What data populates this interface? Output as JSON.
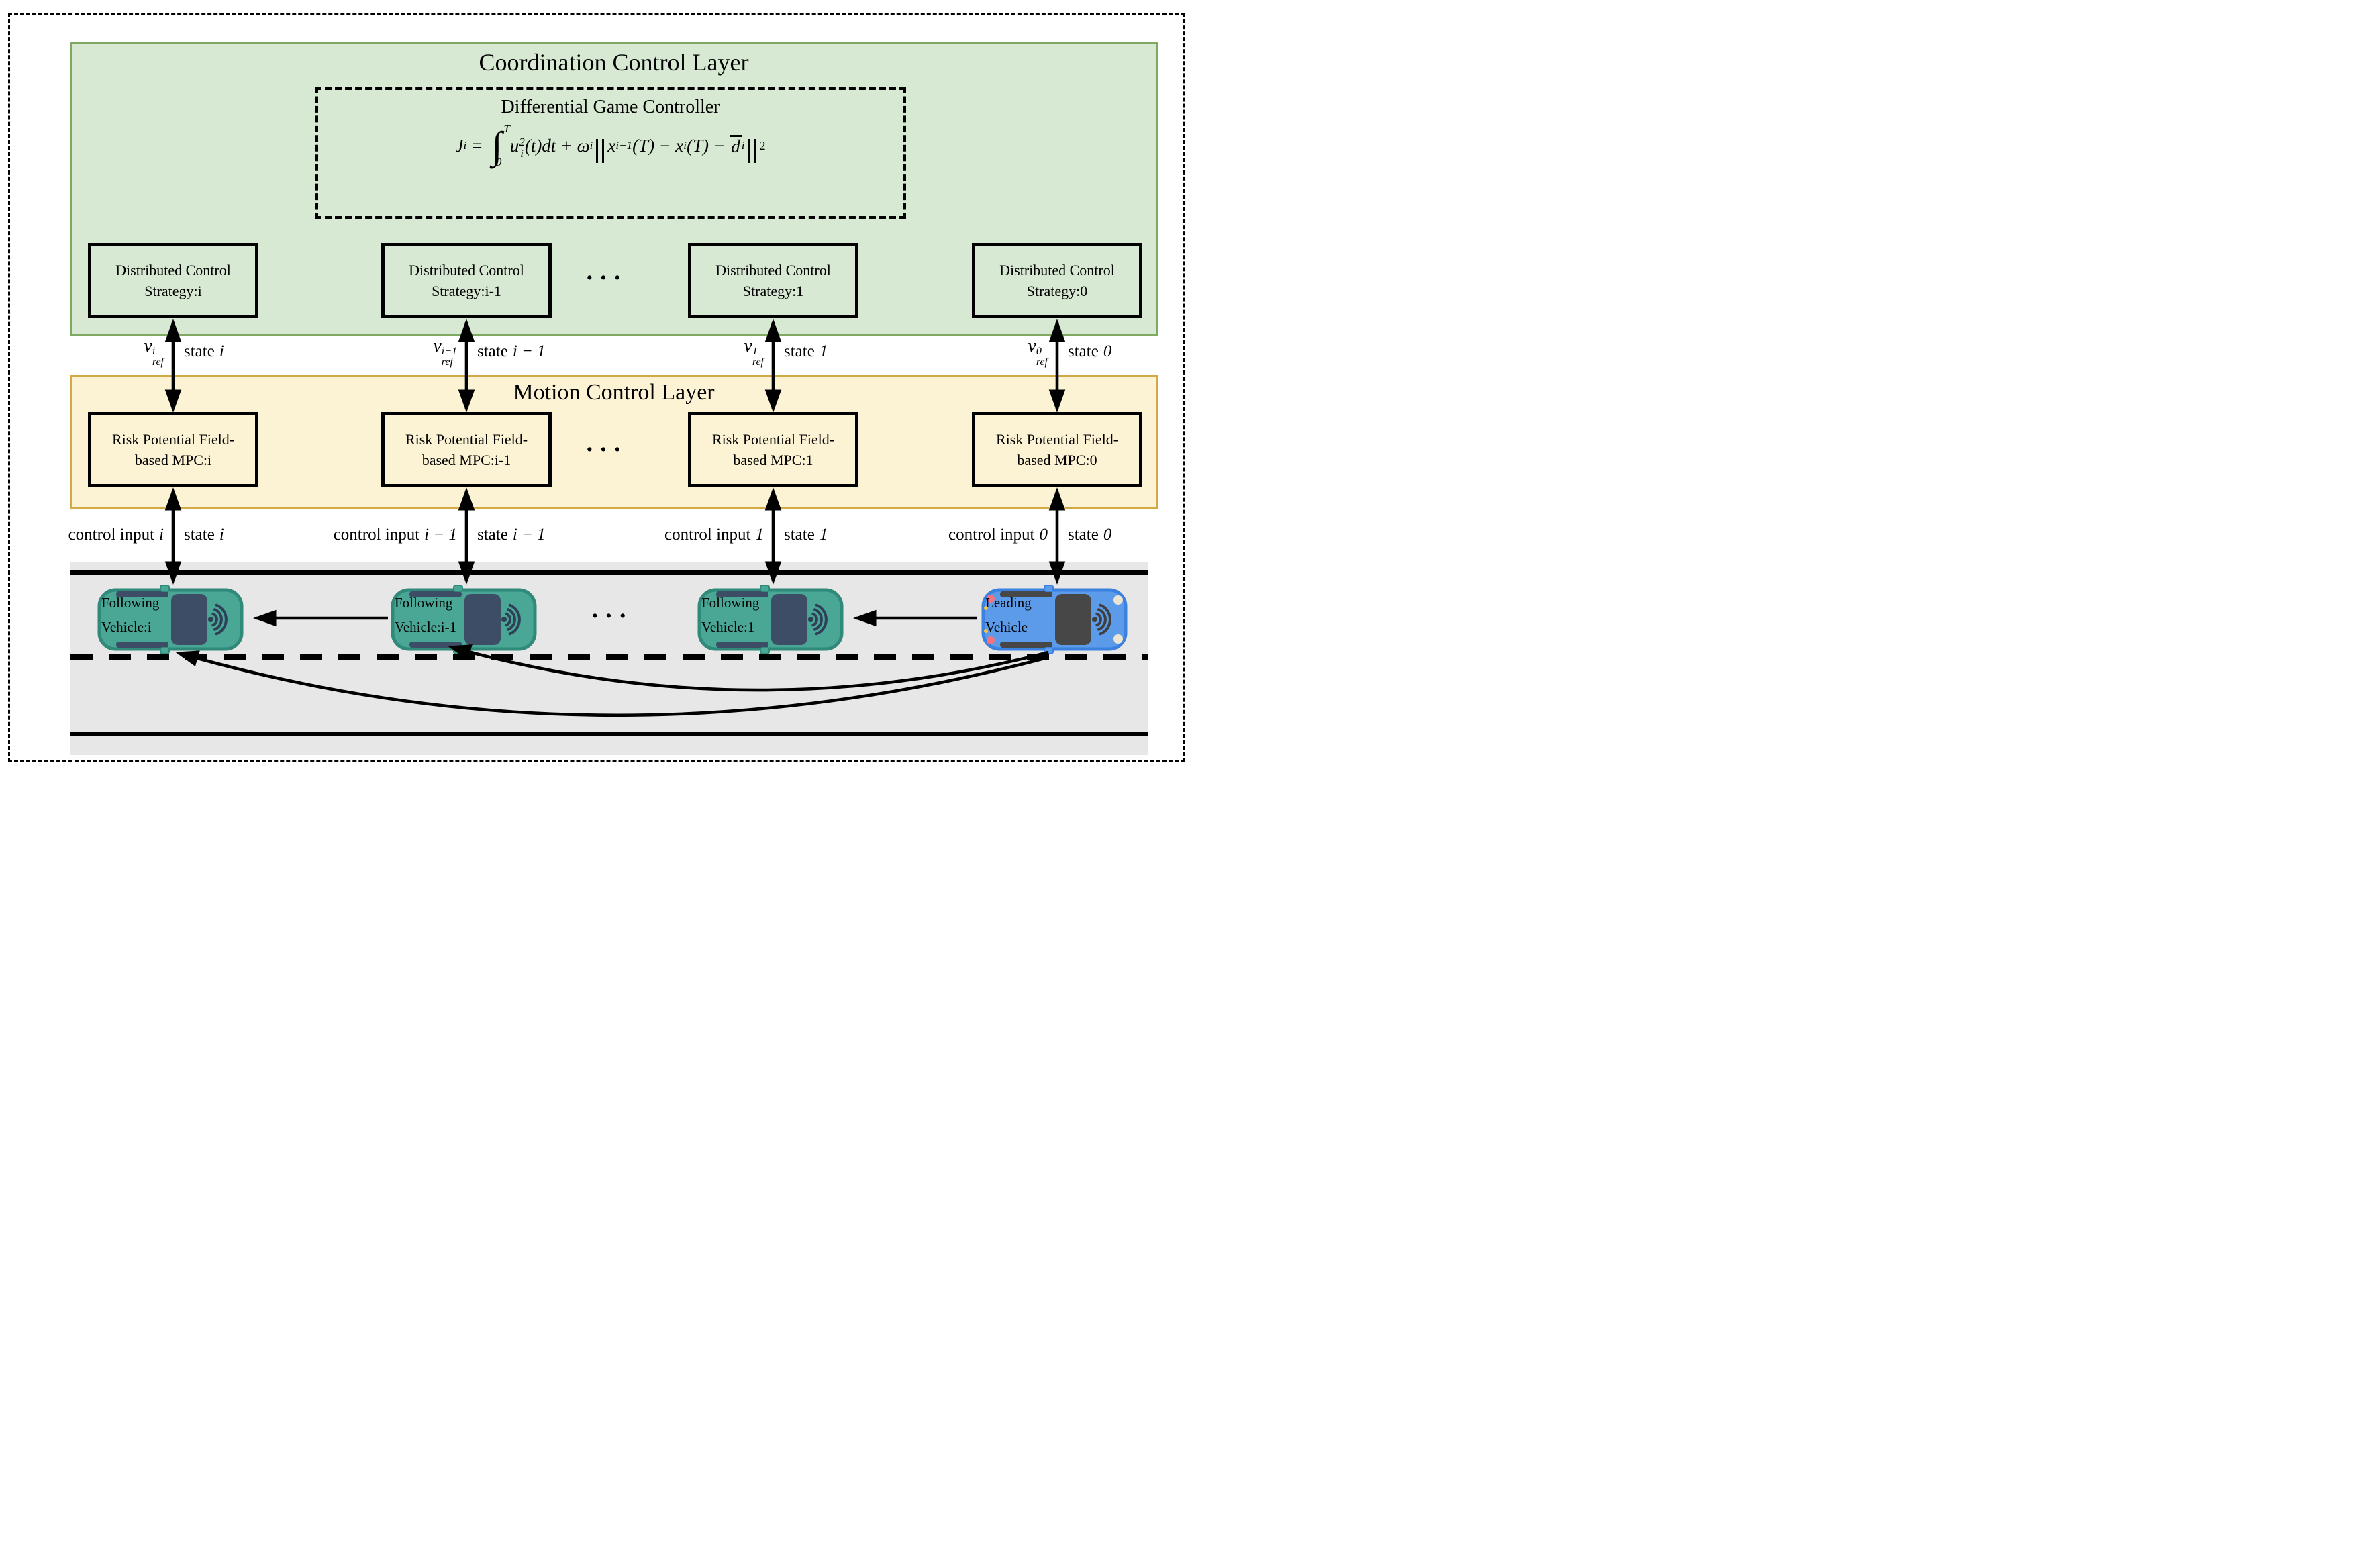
{
  "layers": {
    "coordination_title": "Coordination Control Layer",
    "motion_title": "Motion Control Layer"
  },
  "dgc": {
    "title": "Differential Game Controller"
  },
  "formula": {
    "J": "J",
    "J_sub": "i",
    "eq": "=",
    "int_sign": "∫",
    "int_upper": "T",
    "int_lower": "0",
    "u": "u",
    "u_sup": "2",
    "u_sub": "i",
    "after_u": "(t)dt",
    "plus": "+",
    "omega": "ω",
    "omega_sub": "i",
    "norm_symbol": "‖",
    "x1": "x",
    "x1_sub": "i−1",
    "x1_after": "(T)",
    "minus1": "−",
    "x2": "x",
    "x2_sub": "i",
    "x2_after": "(T)",
    "minus2": "−",
    "d": "d",
    "d_sub": "i",
    "norm_sup": "2"
  },
  "dots": "···",
  "columns": [
    {
      "strategy_line1": "Distributed Control",
      "strategy_line2": "Strategy:i",
      "vref_base": "v",
      "vref_sup": "i",
      "vref_sub": "ref",
      "state_prefix": "state",
      "state_top_var": "i",
      "mpc_line1": "Risk Potential Field-",
      "mpc_line2": "based MPC:i",
      "control_prefix": "control input",
      "control_var": "i",
      "state_bottom_var": "i",
      "vehicle_line1": "Following",
      "vehicle_line2": "Vehicle:i"
    },
    {
      "strategy_line1": "Distributed Control",
      "strategy_line2": "Strategy:i-1",
      "vref_base": "v",
      "vref_sup": "i−1",
      "vref_sub": "ref",
      "state_prefix": "state",
      "state_top_var": "i − 1",
      "mpc_line1": "Risk Potential Field-",
      "mpc_line2": "based MPC:i-1",
      "control_prefix": "control input",
      "control_var": "i − 1",
      "state_bottom_var": "i − 1",
      "vehicle_line1": "Following",
      "vehicle_line2": "Vehicle:i-1"
    },
    {
      "strategy_line1": "Distributed Control",
      "strategy_line2": "Strategy:1",
      "vref_base": "v",
      "vref_sup": "1",
      "vref_sub": "ref",
      "state_prefix": "state",
      "state_top_var": "1",
      "mpc_line1": "Risk Potential Field-",
      "mpc_line2": "based MPC:1",
      "control_prefix": "control input",
      "control_var": "1",
      "state_bottom_var": "1",
      "vehicle_line1": "Following",
      "vehicle_line2": "Vehicle:1"
    },
    {
      "strategy_line1": "Distributed Control",
      "strategy_line2": "Strategy:0",
      "vref_base": "v",
      "vref_sup": "0",
      "vref_sub": "ref",
      "state_prefix": "state",
      "state_top_var": "0",
      "mpc_line1": "Risk Potential Field-",
      "mpc_line2": "based MPC:0",
      "control_prefix": "control input",
      "control_var": "0",
      "state_bottom_var": "0",
      "vehicle_line1": "Leading",
      "vehicle_line2": "Vehicle"
    }
  ],
  "colors": {
    "layer_green_fill": "#d7e8d3",
    "layer_green_border": "#7fa961",
    "layer_yellow_fill": "#fcf2d4",
    "layer_yellow_border": "#d3a944",
    "road_gray": "#e7e7e7",
    "following_car_body": "#4aa795",
    "following_car_outline": "#2f8a7a",
    "following_car_window": "#3e4d66",
    "leading_car_body": "#5b9be9",
    "leading_car_outline": "#3b82e0",
    "leading_car_window": "#474747",
    "arrow_black": "#000000"
  }
}
